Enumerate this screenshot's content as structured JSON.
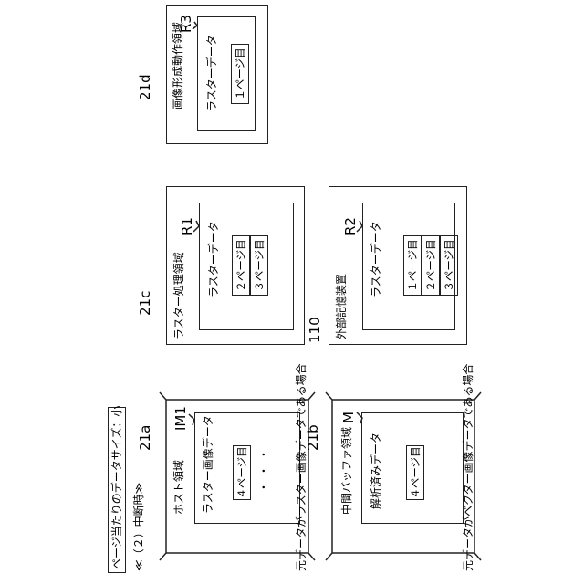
{
  "header": {
    "page_data_size": "ページ当たりのデータサイズ：小",
    "state": "≪（２）中断時≫"
  },
  "host_block": {
    "ref": "21a",
    "title": "ホスト領域",
    "inner_ref": "IM1",
    "inner_title": "ラスター画像データ",
    "page_cell": "４ページ目",
    "ellipsis": "・・・",
    "caption": "元データがラスター画像データである場合"
  },
  "buffer_block": {
    "ref": "21b",
    "title": "中間バッファ領域",
    "inner_ref": "M",
    "inner_title": "解析済みデータ",
    "page_cell": "４ページ目",
    "caption": "元データがベクター画像データである場合"
  },
  "processing_block": {
    "ref": "21c",
    "title": "ラスター処理領域",
    "inner_ref": "R1",
    "inner_title": "ラスターデータ",
    "page_cells": [
      "２ページ目",
      "３ページ目"
    ]
  },
  "storage_block": {
    "ref": "110",
    "title": "外部記憶装置",
    "inner_ref": "R2",
    "inner_title": "ラスターデータ",
    "page_cells": [
      "１ページ目",
      "２ページ目",
      "３ページ目"
    ]
  },
  "image_forming_block": {
    "ref": "21d",
    "title": "画像形成動作領域",
    "inner_ref": "R3",
    "inner_title": "ラスターデータ",
    "page_cell": "１ページ目"
  }
}
